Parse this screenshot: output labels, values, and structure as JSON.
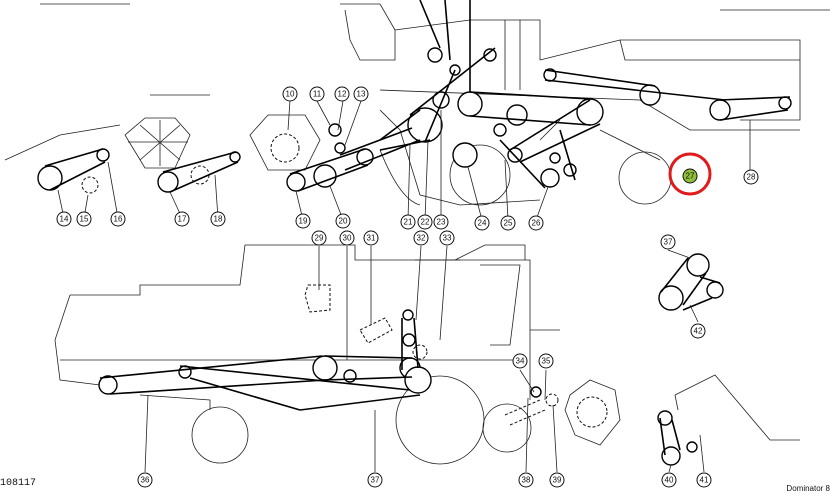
{
  "figure_id": "108117",
  "caption_fragment": "Dominator 8",
  "callouts": [
    "10",
    "11",
    "12",
    "13",
    "14",
    "15",
    "16",
    "17",
    "18",
    "19",
    "20",
    "21",
    "22",
    "23",
    "24",
    "25",
    "26",
    "27",
    "28",
    "29",
    "30",
    "31",
    "32",
    "33",
    "34",
    "35",
    "36",
    "37",
    "38",
    "39",
    "40",
    "41",
    "42"
  ],
  "highlighted_callout": "27",
  "highlight_colors": {
    "ring": "#e01b1b",
    "fill": "#8fbf3a"
  }
}
